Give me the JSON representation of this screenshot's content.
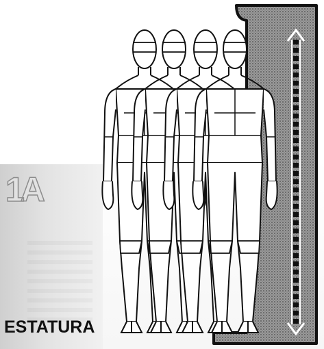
{
  "plate_label": "1A",
  "caption": "ESTATURA",
  "figure_count": 4,
  "colors": {
    "wall": "#8f8f8f",
    "wall_border": "#111111",
    "ink": "#111111",
    "figure_fill": "#ffffff"
  }
}
